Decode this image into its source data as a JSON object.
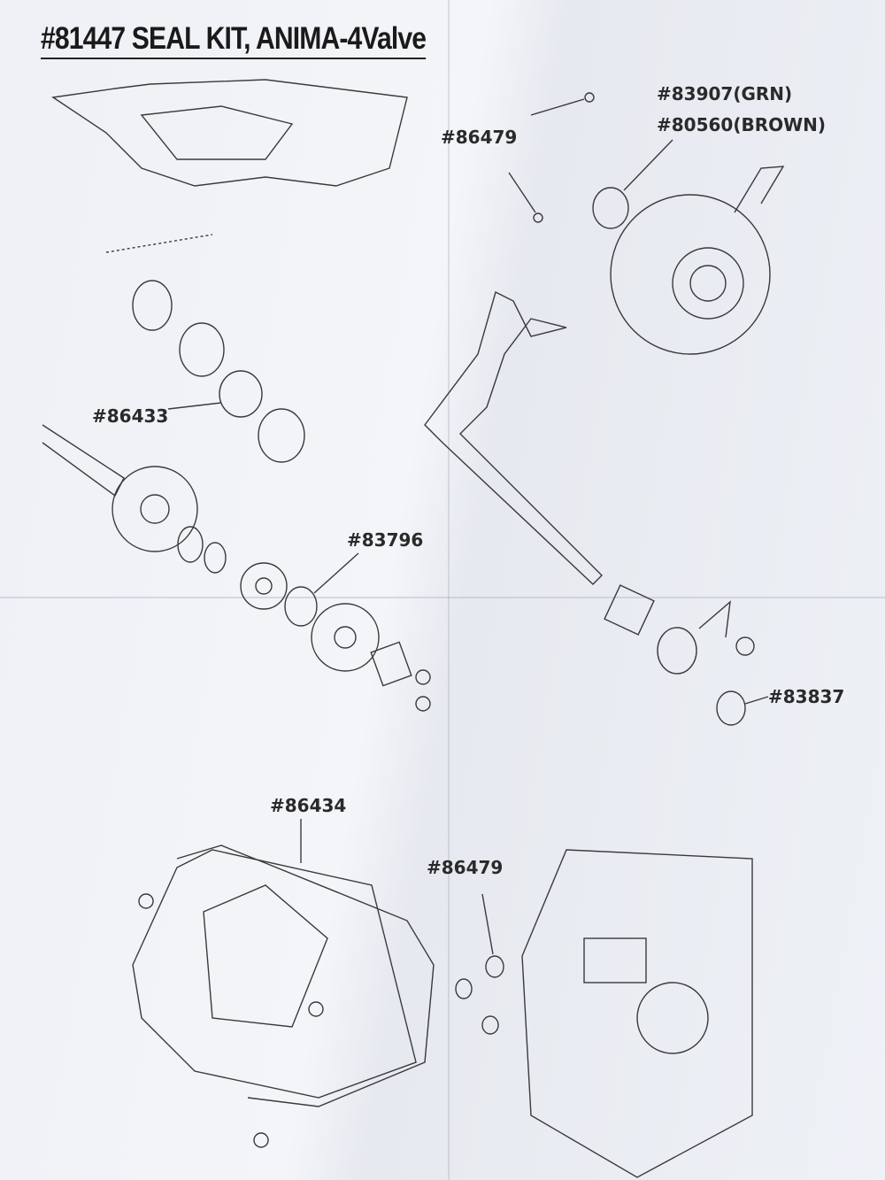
{
  "title": "#81447 SEAL KIT, ANIMA-4Valve",
  "labels": {
    "part_83907": "#83907(GRN)",
    "part_80560": "#80560(BROWN)",
    "part_86479_top": "#86479",
    "part_86433": "#86433",
    "part_83796": "#83796",
    "part_83837": "#83837",
    "part_86434": "#86434",
    "part_86479_bottom": "#86479"
  }
}
